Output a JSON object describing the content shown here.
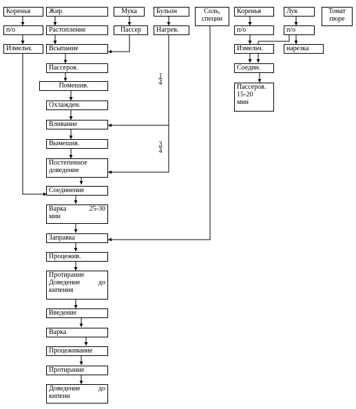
{
  "diagram": {
    "header": {
      "korenya_1": "Коренья",
      "zhir": "Жир",
      "muka": "Мука",
      "bulon": "Бульон",
      "sol_line1": "Соль,",
      "sol_line2": "специи",
      "korenya_2": "Коренья",
      "luk": "Лук",
      "tomat_line1": "Томат",
      "tomat_line2": "пюре"
    },
    "korenya_column": {
      "po": "п/о",
      "izmelch": "Измельч."
    },
    "muka_column": {
      "passer": "Пассер"
    },
    "bulon_column": {
      "nagrev": "Нагрев.",
      "fraction_1_num": "1",
      "fraction_1_den": "4",
      "fraction_2_num": "3",
      "fraction_2_den": "4"
    },
    "main_column": {
      "rastoplenie": "Растопление",
      "vsypanie": "Всыпание",
      "passerov": "Пассеров.",
      "pomeshiv": "Помешив.",
      "ohlazhden": "Охлажден.",
      "vlivanie": "Вливание",
      "vymeshiv": "Вымешив.",
      "postepennoe_line1": "Постепенное",
      "postepennoe_line2": "доведение",
      "soedinenie": "Соединение",
      "varka_word": "Варка",
      "varka_time": "25-30",
      "varka_unit": "мин",
      "zapravka": "Заправка",
      "procezhiv": "Процежив.",
      "protiranie_line1": "Протирание",
      "dovedenie_word": "Доведение",
      "dovedenie_do": "до",
      "kipeniya": "кипения",
      "vvedenie": "Введение",
      "varka2": "Варка",
      "procezhivanie": "Процеживание",
      "protiranie2": "Протирание",
      "final_word": "Доведение",
      "final_do": "до",
      "final_kipeni": "кипени"
    },
    "korenya2_column": {
      "po": "п/о",
      "izmelch": "Измельч.",
      "soedin": "Соедин.",
      "passerov_line1": "Пассеров.",
      "passerov_line2": "15-20",
      "passerov_line3": "мин"
    },
    "luk_column": {
      "po": "п/о",
      "narezka": "нарезка"
    }
  }
}
